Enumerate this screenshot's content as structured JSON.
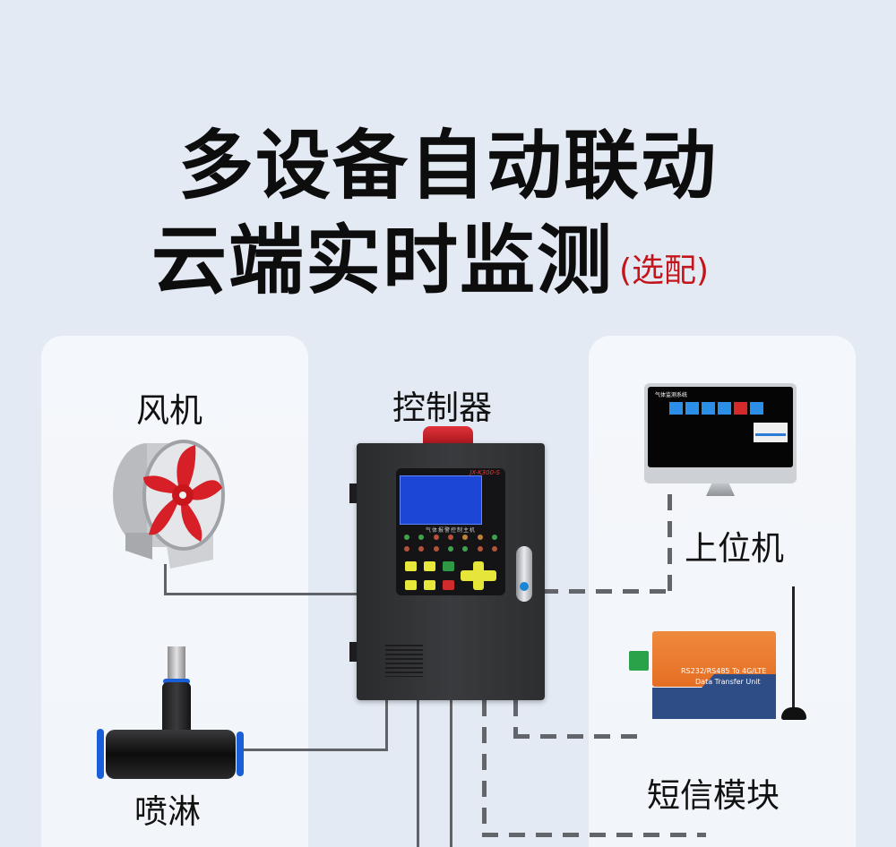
{
  "headline": {
    "line1": "多设备自动联动",
    "line2": "云端实时监测",
    "optional_note": "(选配)"
  },
  "devices": {
    "fan": {
      "label": "风机"
    },
    "sprinkler": {
      "label": "喷淋"
    },
    "controller": {
      "label": "控制器",
      "model": "JX-K300-S",
      "panel_title": "气体报警控制主机"
    },
    "host_pc": {
      "label": "上位机",
      "software_title": "气体监测系统"
    },
    "sms_module": {
      "label": "短信模块",
      "product_line1": "RS232/RS485 To 4G/LTE",
      "product_line2": "Data Transfer Unit"
    }
  },
  "colors": {
    "background": "#e3eaf3",
    "panel": "#f4f7fb",
    "accent_red": "#c4151c",
    "connector_line": "#5f6266"
  }
}
